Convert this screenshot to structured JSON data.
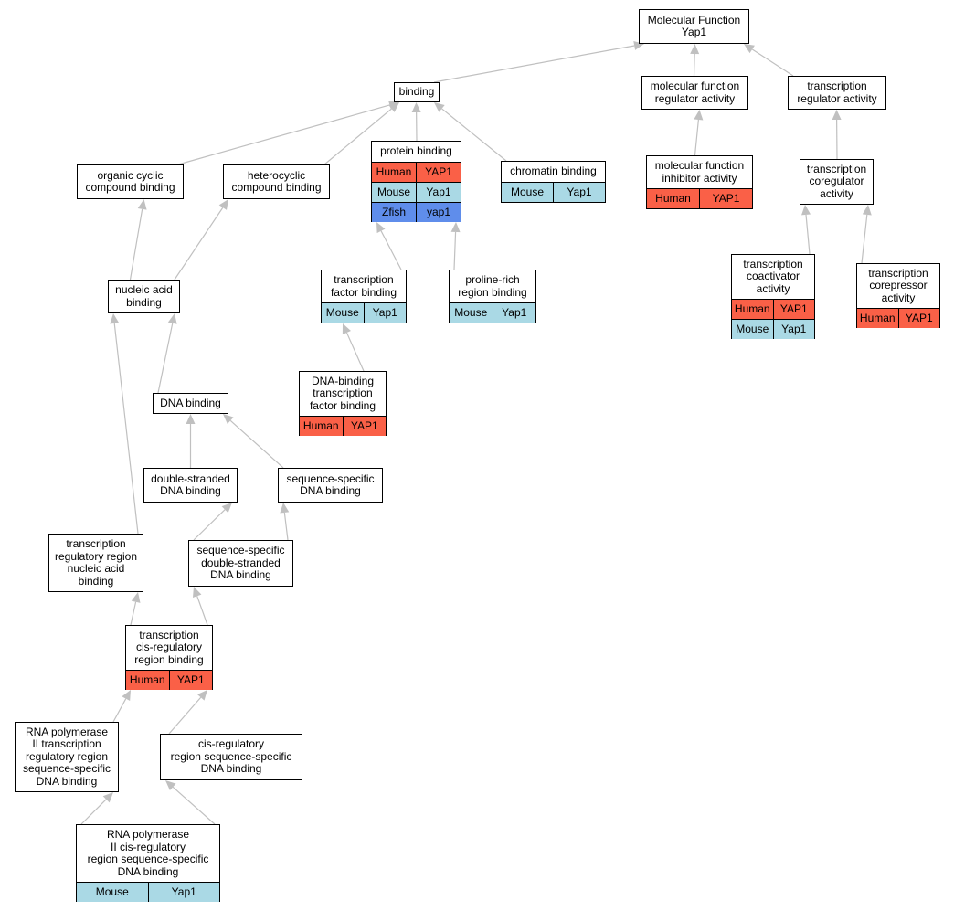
{
  "colors": {
    "Human": "#fa6047",
    "Mouse": "#aad9e5",
    "Zfish": "#5f8deb",
    "edge": "#c0c0c0"
  },
  "nodes": {
    "mf": {
      "title": "Molecular Function\nYap1",
      "rows": []
    },
    "binding": {
      "title": "binding",
      "rows": []
    },
    "mfra": {
      "title": "molecular function\nregulator activity",
      "rows": []
    },
    "tra": {
      "title": "transcription\nregulator activity",
      "rows": []
    },
    "ocb": {
      "title": "organic cyclic\ncompound binding",
      "rows": []
    },
    "hcb": {
      "title": "heterocyclic\ncompound binding",
      "rows": []
    },
    "pb": {
      "title": "protein binding",
      "rows": [
        {
          "species": "Human",
          "gene": "YAP1"
        },
        {
          "species": "Mouse",
          "gene": "Yap1"
        },
        {
          "species": "Zfish",
          "gene": "yap1"
        }
      ]
    },
    "cb": {
      "title": "chromatin binding",
      "rows": [
        {
          "species": "Mouse",
          "gene": "Yap1"
        }
      ]
    },
    "mfia": {
      "title": "molecular function\ninhibitor activity",
      "rows": [
        {
          "species": "Human",
          "gene": "YAP1"
        }
      ]
    },
    "tca": {
      "title": "transcription\ncoregulator\nactivity",
      "rows": []
    },
    "nab": {
      "title": "nucleic acid\nbinding",
      "rows": []
    },
    "tfb": {
      "title": "transcription\nfactor binding",
      "rows": [
        {
          "species": "Mouse",
          "gene": "Yap1"
        }
      ]
    },
    "prb": {
      "title": "proline-rich\nregion binding",
      "rows": [
        {
          "species": "Mouse",
          "gene": "Yap1"
        }
      ]
    },
    "tcoa": {
      "title": "transcription\ncoactivator\nactivity",
      "rows": [
        {
          "species": "Human",
          "gene": "YAP1"
        },
        {
          "species": "Mouse",
          "gene": "Yap1"
        }
      ]
    },
    "tcra": {
      "title": "transcription\ncorepressor\nactivity",
      "rows": [
        {
          "species": "Human",
          "gene": "YAP1"
        }
      ]
    },
    "dbtfb": {
      "title": "DNA-binding\ntranscription\nfactor binding",
      "rows": [
        {
          "species": "Human",
          "gene": "YAP1"
        }
      ]
    },
    "dnab": {
      "title": "DNA binding",
      "rows": []
    },
    "dsdb": {
      "title": "double-stranded\nDNA binding",
      "rows": []
    },
    "ssdb": {
      "title": "sequence-specific\nDNA binding",
      "rows": []
    },
    "trrnab": {
      "title": "transcription\nregulatory region\nnucleic acid\nbinding",
      "rows": []
    },
    "ssdsdb": {
      "title": "sequence-specific\ndouble-stranded\nDNA binding",
      "rows": []
    },
    "tcrrb": {
      "title": "transcription\ncis-regulatory\nregion binding",
      "rows": [
        {
          "species": "Human",
          "gene": "YAP1"
        }
      ]
    },
    "rnap2trr": {
      "title": "RNA polymerase\nII transcription\nregulatory region\nsequence-specific\nDNA binding",
      "rows": []
    },
    "crrss": {
      "title": "cis-regulatory\nregion sequence-specific\nDNA binding",
      "rows": []
    },
    "rnap2crr": {
      "title": "RNA polymerase\nII cis-regulatory\nregion sequence-specific\nDNA binding",
      "rows": [
        {
          "species": "Mouse",
          "gene": "Yap1"
        }
      ]
    }
  },
  "edges": [
    [
      "binding",
      "mf"
    ],
    [
      "mfra",
      "mf"
    ],
    [
      "tra",
      "mf"
    ],
    [
      "ocb",
      "binding"
    ],
    [
      "hcb",
      "binding"
    ],
    [
      "pb",
      "binding"
    ],
    [
      "cb",
      "binding"
    ],
    [
      "mfia",
      "mfra"
    ],
    [
      "tca",
      "tra"
    ],
    [
      "tcoa",
      "tca"
    ],
    [
      "tcra",
      "tca"
    ],
    [
      "nab",
      "ocb"
    ],
    [
      "nab",
      "hcb"
    ],
    [
      "tfb",
      "pb"
    ],
    [
      "prb",
      "pb"
    ],
    [
      "dbtfb",
      "tfb"
    ],
    [
      "dnab",
      "nab"
    ],
    [
      "trrnab",
      "nab"
    ],
    [
      "dsdb",
      "dnab"
    ],
    [
      "ssdb",
      "dnab"
    ],
    [
      "ssdsdb",
      "dsdb"
    ],
    [
      "ssdsdb",
      "ssdb"
    ],
    [
      "tcrrb",
      "trrnab"
    ],
    [
      "tcrrb",
      "ssdsdb"
    ],
    [
      "rnap2trr",
      "tcrrb"
    ],
    [
      "crrss",
      "tcrrb"
    ],
    [
      "rnap2crr",
      "rnap2trr"
    ],
    [
      "rnap2crr",
      "crrss"
    ]
  ]
}
